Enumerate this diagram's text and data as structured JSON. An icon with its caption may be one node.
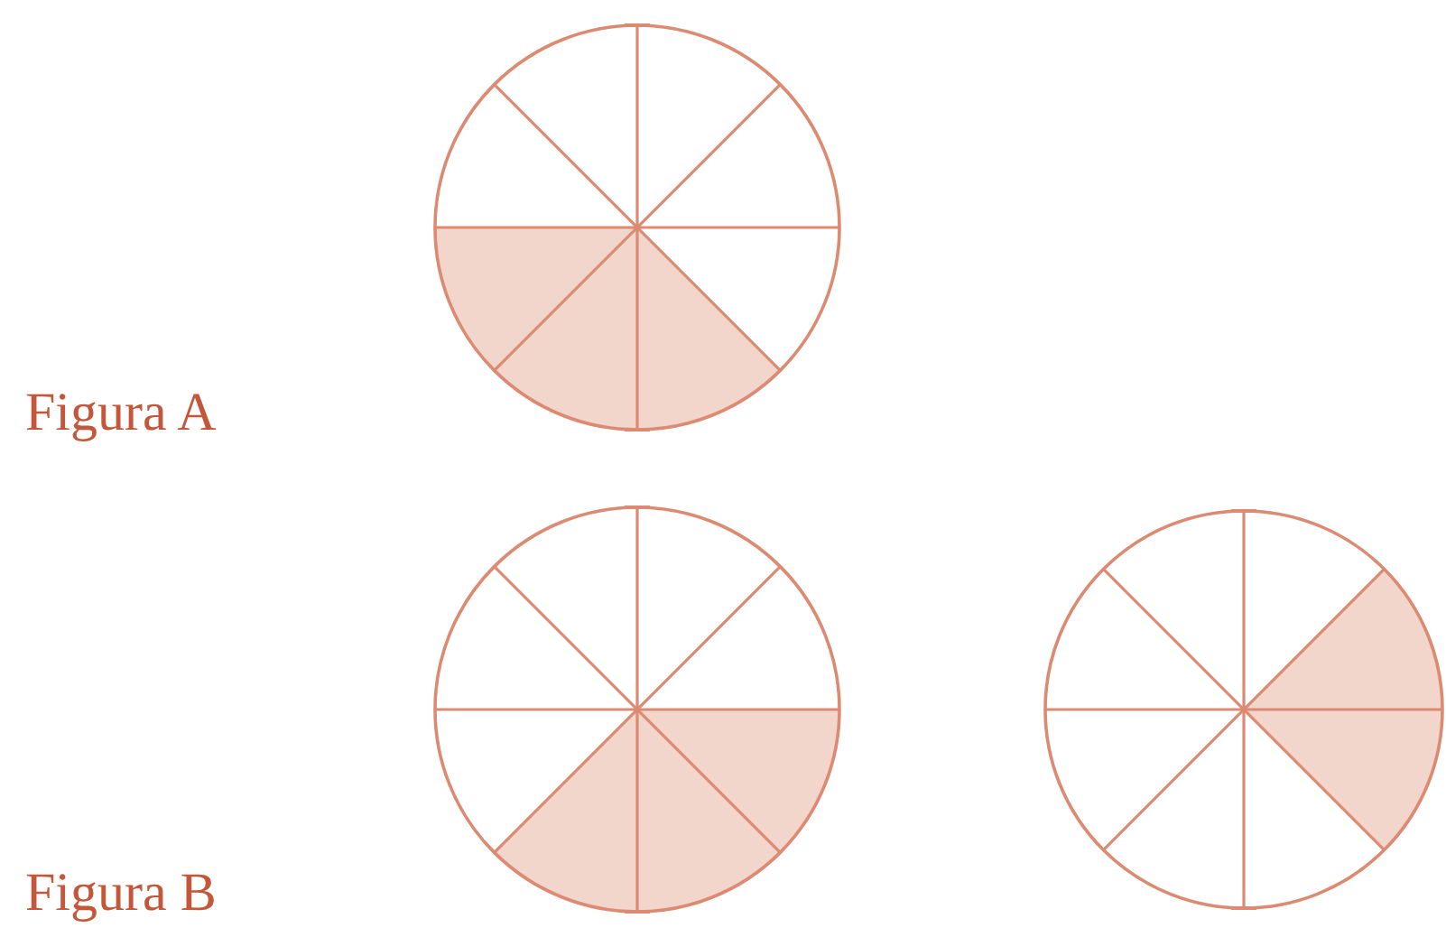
{
  "diagram": {
    "nodes": [
      {
        "text": [],
        "shape": "circle"
      },
      {
        "text": [],
        "shape": "circle"
      },
      {
        "text": [],
        "shape": "circle"
      }
    ],
    "labels": [
      "Figura A",
      "Figura B"
    ]
  }
}
